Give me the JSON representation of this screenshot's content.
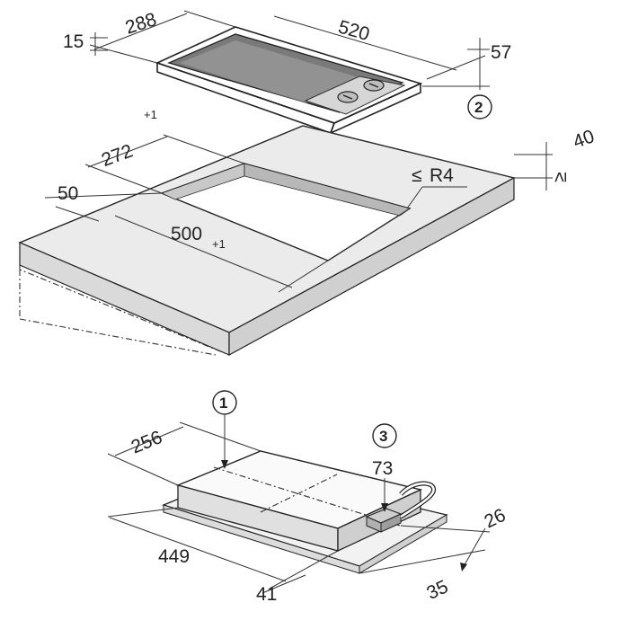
{
  "hob_top": {
    "width": "520",
    "depth": "288",
    "frame_thickness": "15",
    "height": "57",
    "callout": "2"
  },
  "worktop": {
    "cutout_depth": "272",
    "cutout_depth_tol": "+1",
    "cutout_width": "500",
    "cutout_width_tol": "+1",
    "front_offset": "50",
    "thickness": "40",
    "thickness_symbol": "≥",
    "radius": "R4",
    "radius_symbol": "≤"
  },
  "hob_bottom": {
    "depth": "256",
    "width": "449",
    "box_height": "73",
    "offset_a": "26",
    "offset_b": "35",
    "offset_c": "41",
    "callout_1": "1",
    "callout_3": "3"
  }
}
